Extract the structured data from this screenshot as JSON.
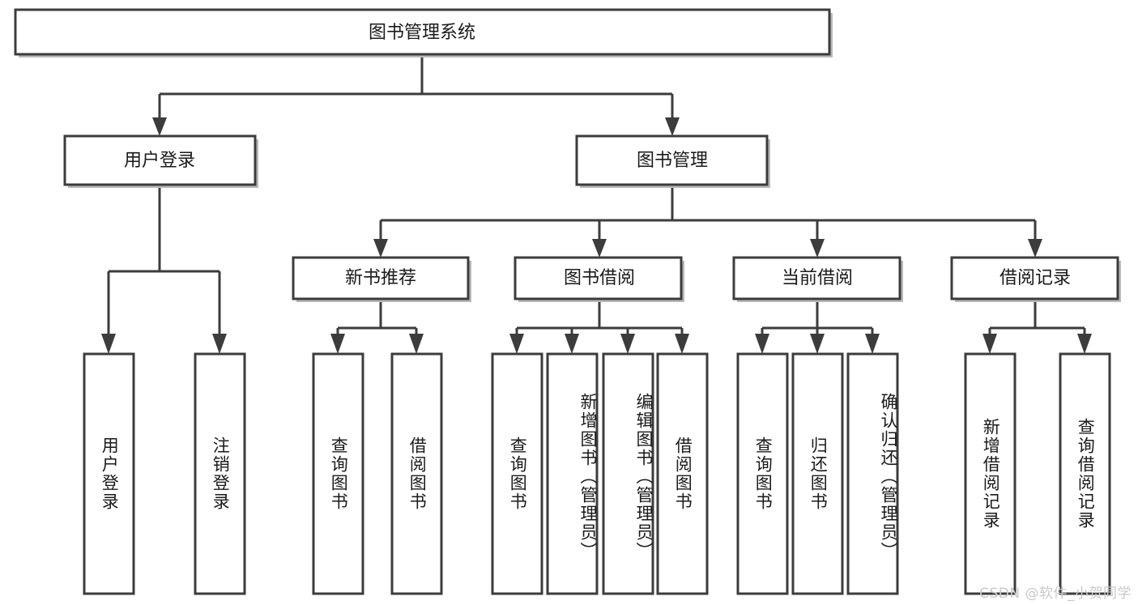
{
  "diagram": {
    "title": "图书管理系统",
    "watermark": "CSDN @软件_小贺同学",
    "type": "tree",
    "colors": {
      "box_stroke": "#3c3c3c",
      "box_fill": "#ffffff",
      "connector": "#3c3c3c",
      "text": "#1a1a1a",
      "watermark": "#c9c9c9",
      "background": "#ffffff"
    },
    "levels": {
      "root": "图书管理系统",
      "level2": [
        "用户登录",
        "图书管理"
      ],
      "level3": [
        "新书推荐",
        "图书借阅",
        "当前借阅",
        "借阅记录"
      ]
    },
    "nodes": {
      "root": {
        "label": "图书管理系统"
      },
      "user_login": {
        "label": "用户登录"
      },
      "book_manage": {
        "label": "图书管理"
      },
      "new_book_rec": {
        "label": "新书推荐"
      },
      "book_borrow": {
        "label": "图书借阅"
      },
      "current_borrow": {
        "label": "当前借阅"
      },
      "borrow_record": {
        "label": "借阅记录"
      }
    },
    "leaves": {
      "user_login": [
        {
          "label": "用户登录"
        },
        {
          "label": "注销登录"
        }
      ],
      "new_book_rec": [
        {
          "label": "查询图书"
        },
        {
          "label": "借阅图书"
        }
      ],
      "book_borrow": [
        {
          "label": "查询图书"
        },
        {
          "label": "新增图书（管理员）"
        },
        {
          "label": "编辑图书（管理员）"
        },
        {
          "label": "借阅图书"
        }
      ],
      "current_borrow": [
        {
          "label": "查询图书"
        },
        {
          "label": "归还图书"
        },
        {
          "label": "确认归还（管理员）"
        }
      ],
      "borrow_record": [
        {
          "label": "新增借阅记录"
        },
        {
          "label": "查询借阅记录"
        }
      ]
    },
    "edges": [
      {
        "from": "图书管理系统",
        "to": "用户登录"
      },
      {
        "from": "图书管理系统",
        "to": "图书管理"
      },
      {
        "from": "图书管理",
        "to": "新书推荐"
      },
      {
        "from": "图书管理",
        "to": "图书借阅"
      },
      {
        "from": "图书管理",
        "to": "当前借阅"
      },
      {
        "from": "图书管理",
        "to": "借阅记录"
      },
      {
        "from": "用户登录",
        "to": "用户登录"
      },
      {
        "from": "用户登录",
        "to": "注销登录"
      },
      {
        "from": "新书推荐",
        "to": "查询图书"
      },
      {
        "from": "新书推荐",
        "to": "借阅图书"
      },
      {
        "from": "图书借阅",
        "to": "查询图书"
      },
      {
        "from": "图书借阅",
        "to": "新增图书（管理员）"
      },
      {
        "from": "图书借阅",
        "to": "编辑图书（管理员）"
      },
      {
        "from": "图书借阅",
        "to": "借阅图书"
      },
      {
        "from": "当前借阅",
        "to": "查询图书"
      },
      {
        "from": "当前借阅",
        "to": "归还图书"
      },
      {
        "from": "当前借阅",
        "to": "确认归还（管理员）"
      },
      {
        "from": "借阅记录",
        "to": "新增借阅记录"
      },
      {
        "from": "借阅记录",
        "to": "查询借阅记录"
      }
    ]
  }
}
